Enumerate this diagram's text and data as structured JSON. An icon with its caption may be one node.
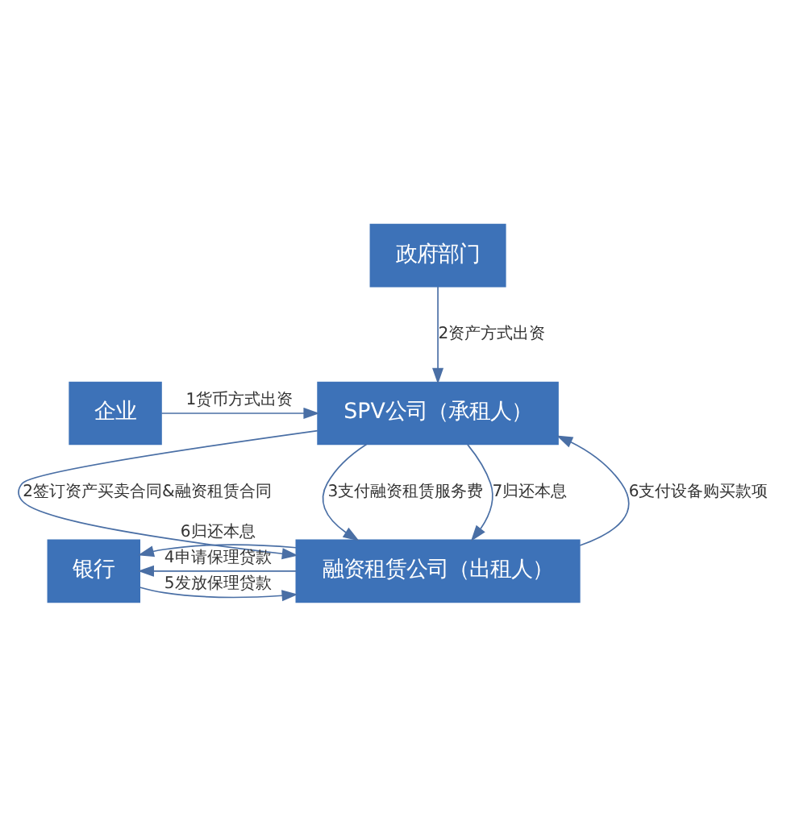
{
  "diagram": {
    "nodes": [
      {
        "text": [
          "SPV公司（承租人）"
        ]
      },
      {
        "text": [
          "企业"
        ]
      },
      {
        "text": [
          "政府部门"
        ]
      },
      {
        "text": [
          "融资租赁公司（出租人）"
        ]
      },
      {
        "text": [
          "银行"
        ]
      }
    ],
    "edges": [
      {
        "from": 1,
        "to": 0,
        "arrow": "to",
        "label": "1货币方式出资"
      },
      {
        "from": 2,
        "to": 0,
        "arrow": "to",
        "label": "2资产方式出资"
      },
      {
        "from": 0,
        "to": 3,
        "arrow": "to",
        "label": "2签订资产买卖合同&融资租赁合同"
      },
      {
        "from": 0,
        "to": 3,
        "arrow": "to",
        "label": "3支付融资租赁服务费"
      },
      {
        "from": 3,
        "to": 0,
        "arrow": "to",
        "label": "6支付设备购买款项"
      },
      {
        "from": 0,
        "to": 3,
        "arrow": "to",
        "label": "7归还本息"
      },
      {
        "from": 3,
        "to": 4,
        "arrow": "to",
        "label": "4申请保理贷款"
      },
      {
        "from": 4,
        "to": 3,
        "arrow": "to",
        "label": "5发放保理贷款"
      },
      {
        "from": 3,
        "to": 4,
        "arrow": "to",
        "label": "6归还本息"
      }
    ]
  }
}
